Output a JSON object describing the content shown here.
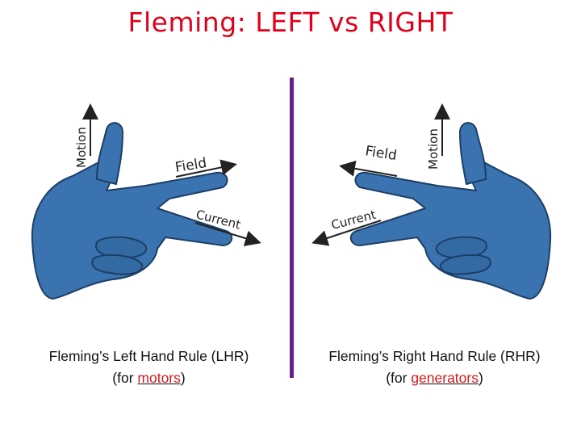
{
  "title": "Fleming: LEFT vs RIGHT",
  "colors": {
    "title": "#e0001b",
    "divider": "#6a1e8c",
    "hand": "#3a73b0",
    "highlight": "#d7191c"
  },
  "left_panel": {
    "labels": {
      "motion": "Motion",
      "field": "Field",
      "current": "Current"
    },
    "caption_line1": "Fleming’s Left Hand Rule (LHR)",
    "caption_prefix": "(for ",
    "caption_highlight": "motors",
    "caption_suffix": ")"
  },
  "right_panel": {
    "labels": {
      "motion": "Motion",
      "field": "Field",
      "current": "Current"
    },
    "caption_line1": "Fleming’s Right Hand Rule (RHR)",
    "caption_prefix": "(for ",
    "caption_highlight": "generators",
    "caption_suffix": ")"
  }
}
